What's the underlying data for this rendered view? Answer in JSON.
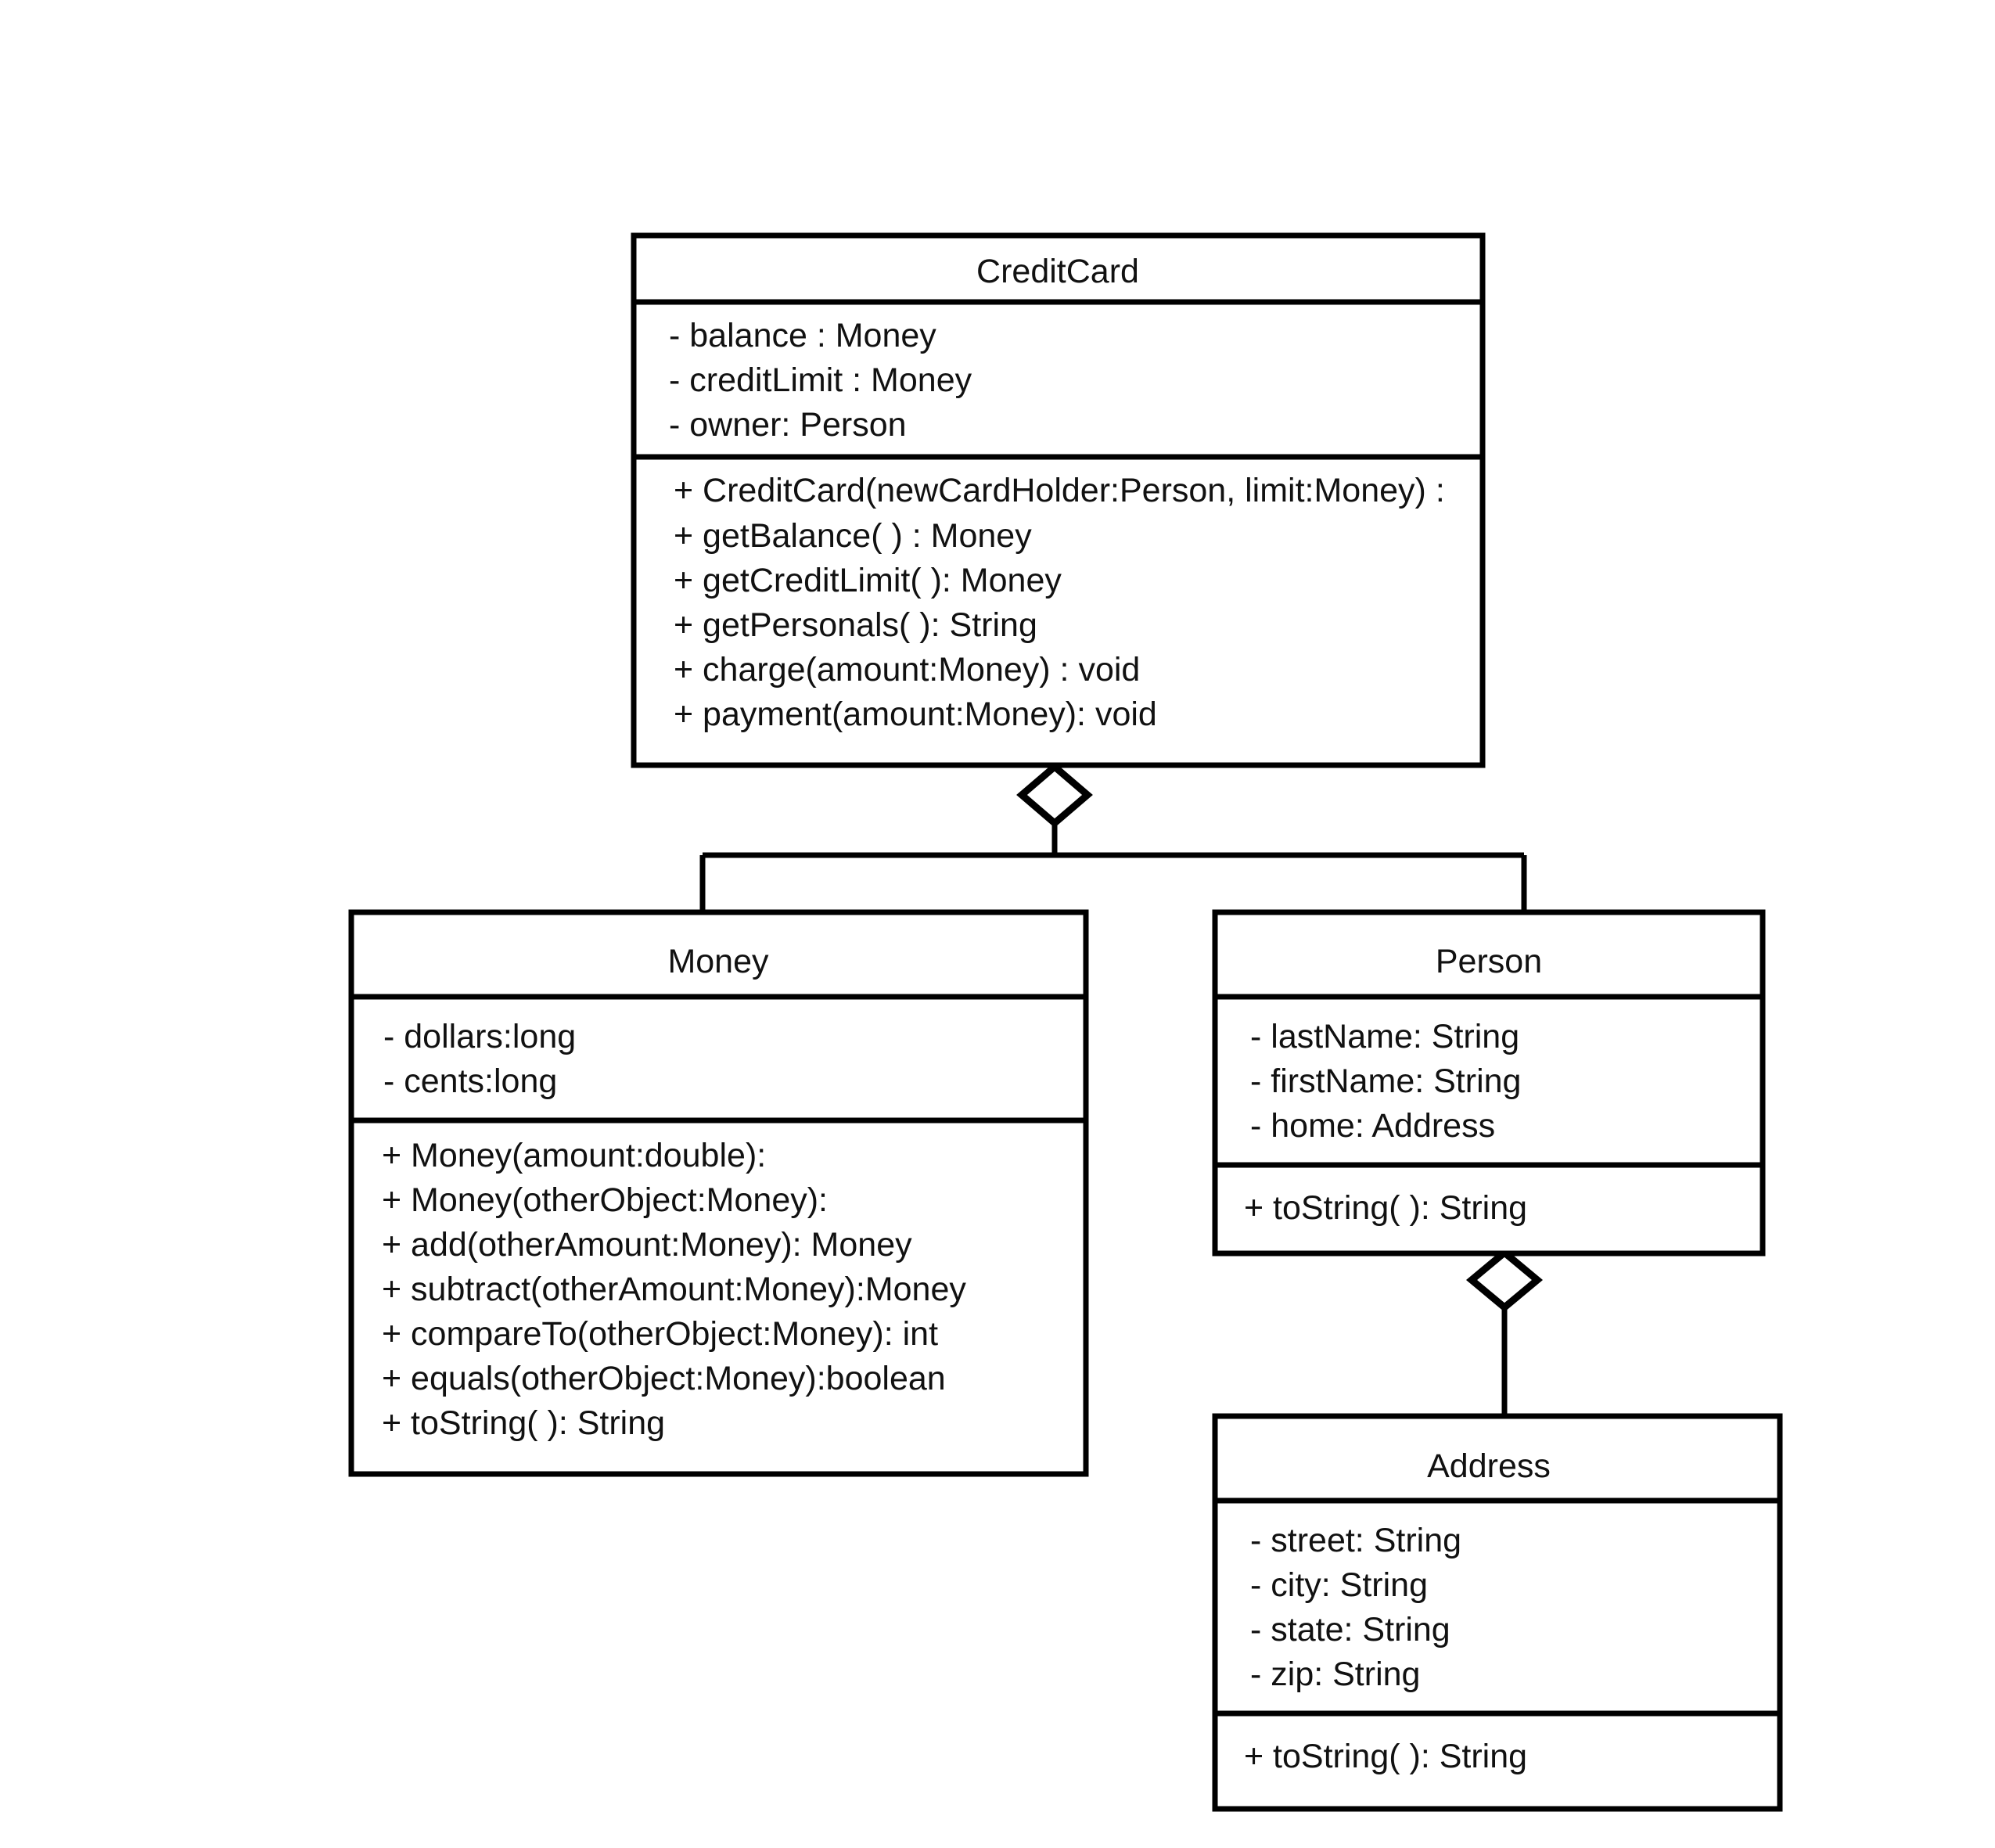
{
  "diagram": {
    "type": "uml-class-diagram",
    "title": "",
    "background_color": "#ffffff",
    "line_color": "#000000",
    "text_color": "#111111",
    "relationship_type": "aggregation",
    "relationship_marker": "hollow-diamond"
  },
  "classes": {
    "creditcard": {
      "name": "CreditCard",
      "attributes": [
        "- balance : Money",
        "- creditLimit : Money",
        "- owner: Person"
      ],
      "methods": [
        "+ CreditCard(newCardHolder:Person, limit:Money) :",
        "+ getBalance( ) : Money",
        "+ getCreditLimit( ): Money",
        "+ getPersonals( ): String",
        "+ charge(amount:Money) : void",
        "+ payment(amount:Money): void"
      ]
    },
    "money": {
      "name": "Money",
      "attributes": [
        "- dollars:long",
        "- cents:long"
      ],
      "methods": [
        "+ Money(amount:double):",
        "+ Money(otherObject:Money):",
        "+ add(otherAmount:Money): Money",
        "+ subtract(otherAmount:Money):Money",
        "+ compareTo(otherObject:Money): int",
        "+ equals(otherObject:Money):boolean",
        "+ toString( ): String"
      ]
    },
    "person": {
      "name": "Person",
      "attributes": [
        "- lastName: String",
        "- firstName: String",
        "- home: Address"
      ],
      "methods": [
        "+ toString( ): String"
      ]
    },
    "address": {
      "name": "Address",
      "attributes": [
        "- street: String",
        "- city: String",
        "- state: String",
        "- zip: String"
      ],
      "methods": [
        "+ toString( ): String"
      ]
    }
  },
  "relationships": [
    {
      "from": "CreditCard",
      "to": "Money",
      "kind": "aggregation"
    },
    {
      "from": "CreditCard",
      "to": "Person",
      "kind": "aggregation"
    },
    {
      "from": "Person",
      "to": "Address",
      "kind": "aggregation"
    }
  ]
}
